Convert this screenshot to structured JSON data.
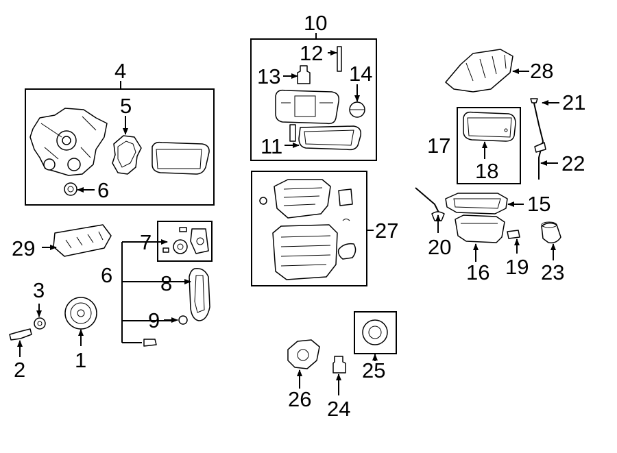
{
  "diagram": {
    "callouts": [
      {
        "id": "c1",
        "text": "1"
      },
      {
        "id": "c2",
        "text": "2"
      },
      {
        "id": "c3",
        "text": "3"
      },
      {
        "id": "c4",
        "text": "4"
      },
      {
        "id": "c5",
        "text": "5"
      },
      {
        "id": "c6a",
        "text": "6"
      },
      {
        "id": "c6b",
        "text": "6"
      },
      {
        "id": "c7",
        "text": "7"
      },
      {
        "id": "c8",
        "text": "8"
      },
      {
        "id": "c9",
        "text": "9"
      },
      {
        "id": "c10",
        "text": "10"
      },
      {
        "id": "c11",
        "text": "11"
      },
      {
        "id": "c12",
        "text": "12"
      },
      {
        "id": "c13",
        "text": "13"
      },
      {
        "id": "c14",
        "text": "14"
      },
      {
        "id": "c15",
        "text": "15"
      },
      {
        "id": "c16",
        "text": "16"
      },
      {
        "id": "c17",
        "text": "17"
      },
      {
        "id": "c18",
        "text": "18"
      },
      {
        "id": "c19",
        "text": "19"
      },
      {
        "id": "c20",
        "text": "20"
      },
      {
        "id": "c21",
        "text": "21"
      },
      {
        "id": "c22",
        "text": "22"
      },
      {
        "id": "c23",
        "text": "23"
      },
      {
        "id": "c24",
        "text": "24"
      },
      {
        "id": "c25",
        "text": "25"
      },
      {
        "id": "c26",
        "text": "26"
      },
      {
        "id": "c27",
        "text": "27"
      },
      {
        "id": "c28",
        "text": "28"
      },
      {
        "id": "c29",
        "text": "29"
      }
    ]
  }
}
